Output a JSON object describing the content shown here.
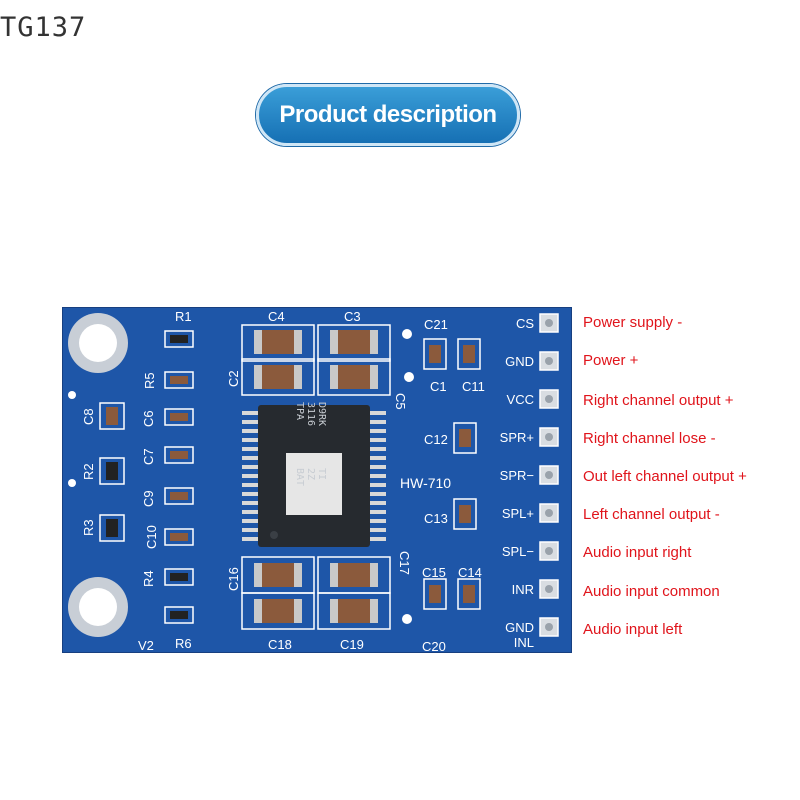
{
  "watermark": "TG137",
  "title": "Product description",
  "board": {
    "model": "HW-710",
    "chip_lines": [
      "TPA",
      "3116",
      "D9RK",
      "BAT",
      "2Z",
      "TI"
    ],
    "components": {
      "r1": "R1",
      "r2": "R2",
      "r3": "R3",
      "r4": "R4",
      "r5": "R5",
      "r6": "R6",
      "c1": "C1",
      "c2": "C2",
      "c3": "C3",
      "c4": "C4",
      "c6": "C6",
      "c7": "C7",
      "c8": "C8",
      "c9": "C9",
      "c10": "C10",
      "c11": "C11",
      "c12": "C12",
      "c13": "C13",
      "c14": "C14",
      "c15": "C15",
      "c16": "C16",
      "c17": "C17",
      "c18": "C18",
      "c19": "C19",
      "c20": "C20",
      "c21": "C21",
      "c5": "C5",
      "v2": "V2"
    },
    "pins": [
      "CS",
      "GND",
      "VCC",
      "SPR+",
      "SPR−",
      "SPL+",
      "SPL−",
      "INR",
      "GND",
      "INL"
    ]
  },
  "pin_descriptions": [
    "Power supply -",
    "Power +",
    "Right channel output +",
    "Right channel lose -",
    "Out left channel output +",
    "Left channel output -",
    "Audio input right",
    "Audio input common",
    "Audio input left"
  ],
  "colors": {
    "pcb": "#1e56a8",
    "accent": "#1670b4",
    "label_text": "#e0141b"
  }
}
